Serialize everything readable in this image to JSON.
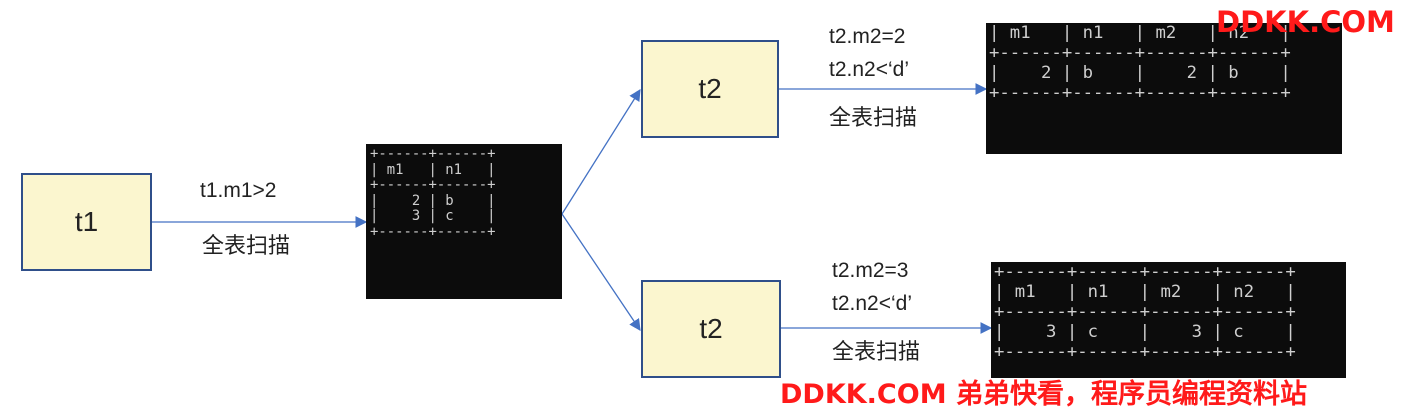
{
  "nodes": {
    "t1": "t1",
    "t2_top": "t2",
    "t2_bottom": "t2"
  },
  "edges": {
    "t1_to_result": {
      "condition": "t1.m1>2",
      "method": "全表扫描"
    },
    "t2_top_to_result": {
      "condition_1": "t2.m2=2",
      "condition_2": "t2.n2<‘d’",
      "method": "全表扫描"
    },
    "t2_bottom_to_result": {
      "condition_1": "t2.m2=3",
      "condition_2": "t2.n2<‘d’",
      "method": "全表扫描"
    }
  },
  "tables": {
    "t1_result": {
      "border": "+------+------+",
      "columns": [
        "m1",
        "n1"
      ],
      "rows": [
        [
          "2",
          "b"
        ],
        [
          "3",
          "c"
        ]
      ]
    },
    "t2_top_result": {
      "border": "+------+------+------+------+",
      "columns": [
        "m1",
        "n1",
        "m2",
        "n2"
      ],
      "rows": [
        [
          "2",
          "b",
          "2",
          "b"
        ]
      ]
    },
    "t2_bottom_result": {
      "border": "+------+------+------+------+",
      "columns": [
        "m1",
        "n1",
        "m2",
        "n2"
      ],
      "rows": [
        [
          "3",
          "c",
          "3",
          "c"
        ]
      ]
    }
  },
  "watermarks": {
    "top_right": "DDKK.COM",
    "bottom": "DDKK.COM 弟弟快看，程序员编程资料站"
  },
  "colors": {
    "node_fill": "#fbf6cf",
    "node_border": "#2f4f8a",
    "arrow": "#4472c4",
    "terminal_bg": "#0c0c0c",
    "terminal_fg": "#cfcfcf",
    "watermark": "#ff1a1a"
  }
}
